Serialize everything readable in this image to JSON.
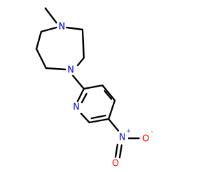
{
  "molecule": {
    "atoms": {
      "n_methyl": {
        "label": "N",
        "color": "#0000ff"
      },
      "n_ring": {
        "label": "N",
        "color": "#0000ff"
      },
      "n_pyridine": {
        "label": "N",
        "color": "#0000ff"
      },
      "n_nitro": {
        "label": "N",
        "color": "#0000ff",
        "charge": "+"
      },
      "o_nitro_double": {
        "label": "O",
        "color": "#ff0000"
      },
      "o_nitro_single": {
        "label": "O",
        "color": "#ff0000",
        "charge": "-"
      }
    },
    "bond_color": "#000000"
  }
}
